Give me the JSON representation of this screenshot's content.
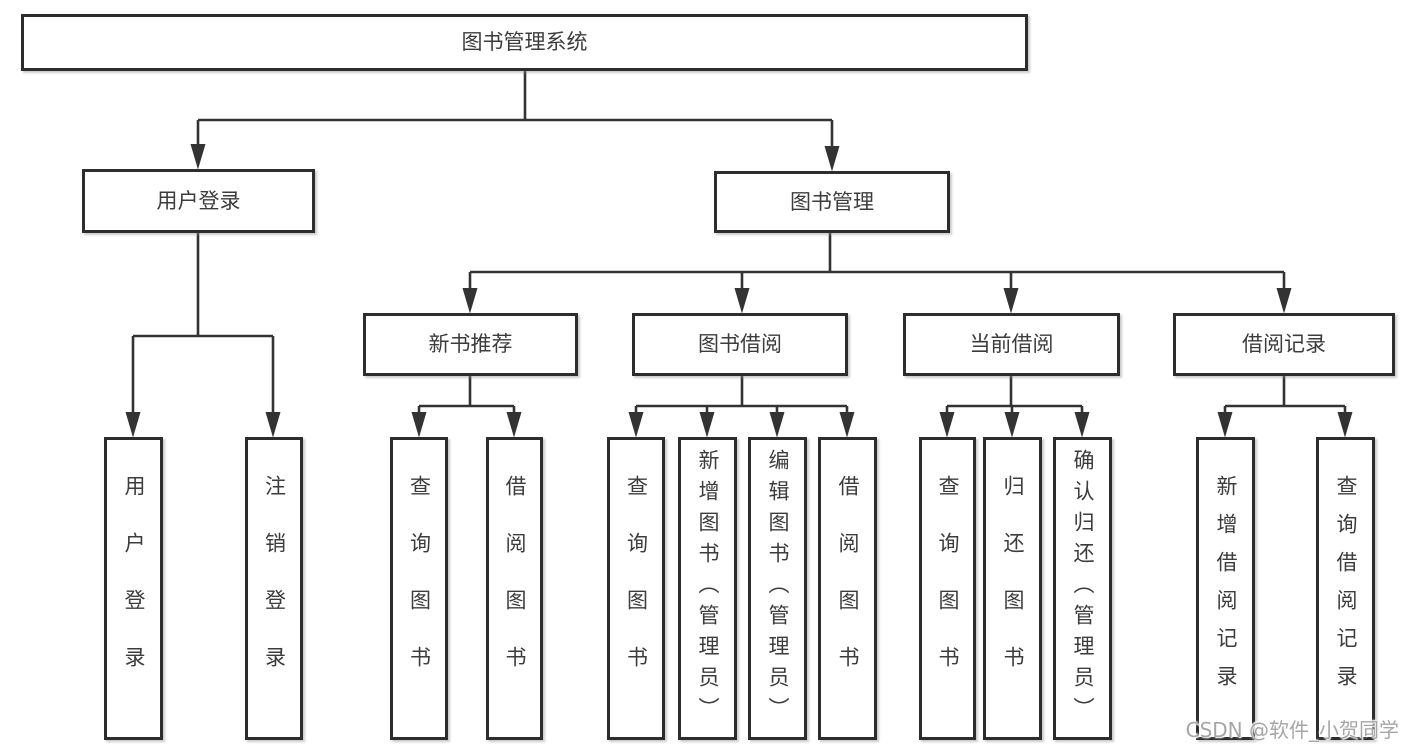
{
  "diagram": {
    "root_label": "图书管理系统",
    "watermark": "CSDN @软件_小贺同学",
    "line_color": "#333333",
    "border_color": "#2d2d2d",
    "branches": [
      {
        "label": "用户登录",
        "leaves": [
          "用户登录",
          "注销登录"
        ]
      },
      {
        "label": "图书管理",
        "children": [
          {
            "label": "新书推荐",
            "leaves": [
              "查询图书",
              "借阅图书"
            ]
          },
          {
            "label": "图书借阅",
            "leaves": [
              "查询图书",
              "新增图书（管理员）",
              "编辑图书（管理员）",
              "借阅图书"
            ]
          },
          {
            "label": "当前借阅",
            "leaves": [
              "查询图书",
              "归还图书",
              "确认归还（管理员）"
            ]
          },
          {
            "label": "借阅记录",
            "leaves": [
              "新增借阅记录",
              "查询借阅记录"
            ]
          }
        ]
      }
    ]
  }
}
